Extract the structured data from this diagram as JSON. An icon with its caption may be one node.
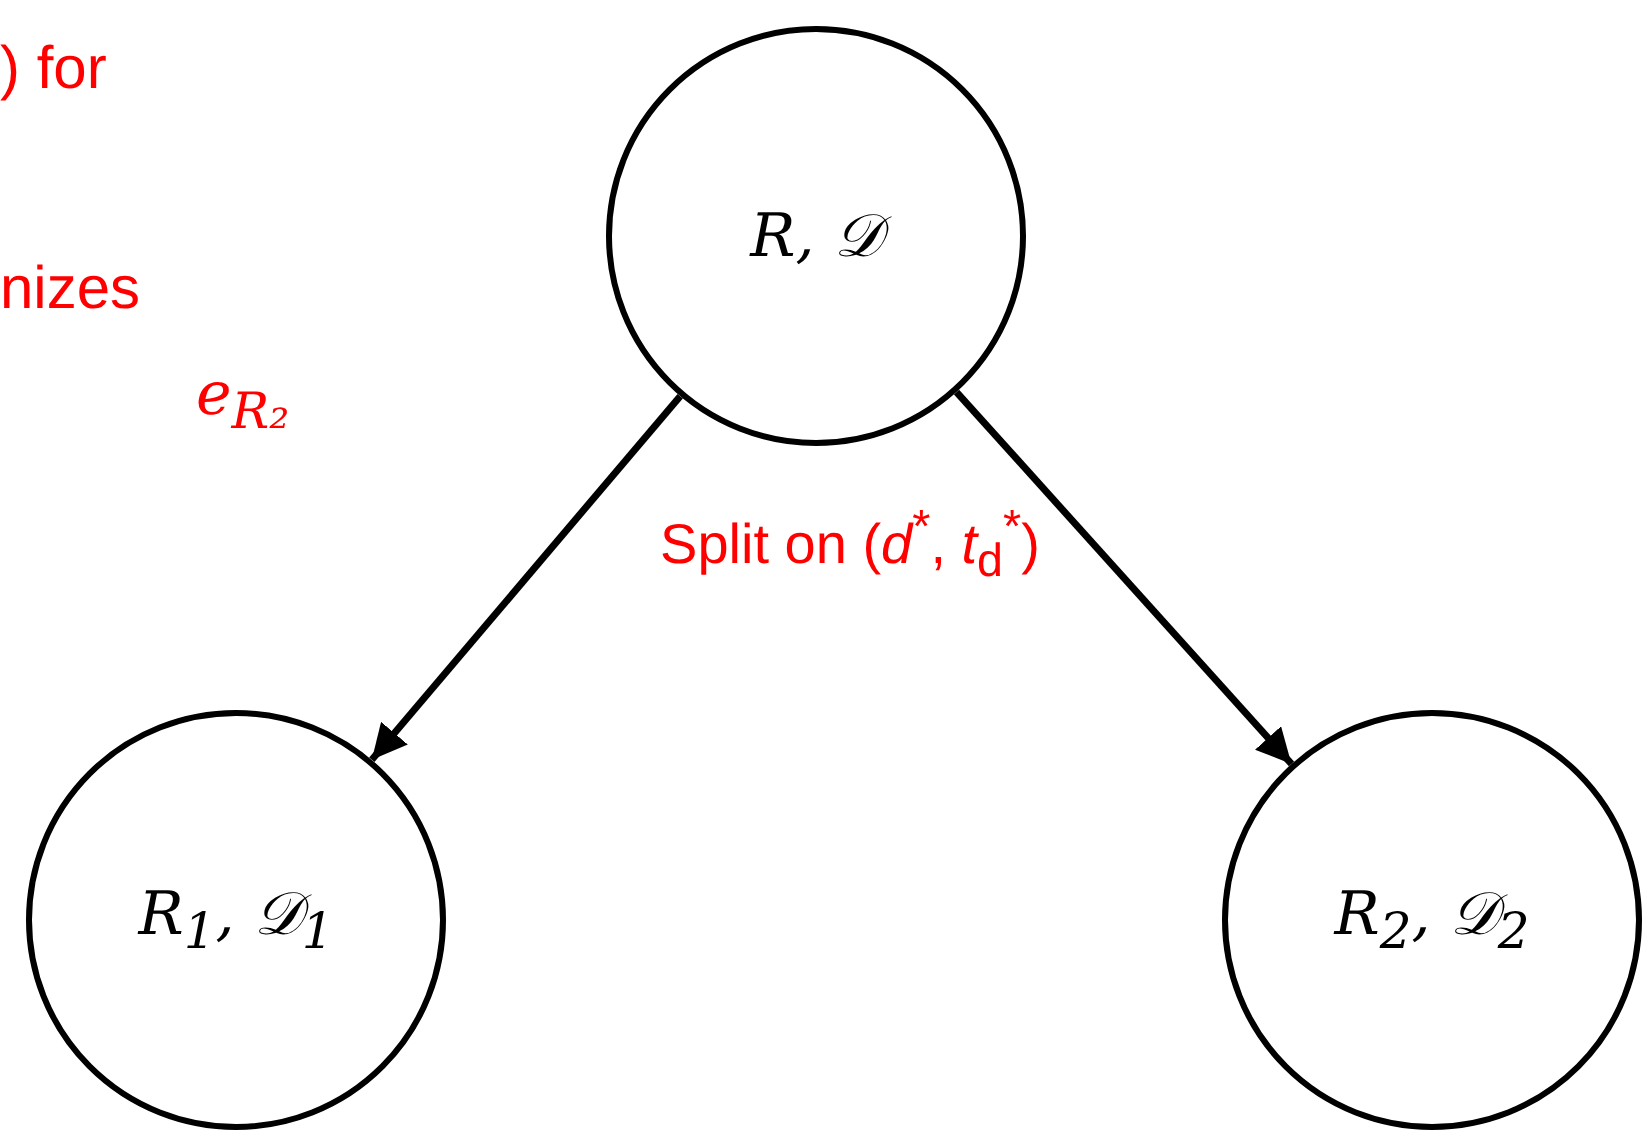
{
  "diagram": {
    "nodes": [
      {
        "text": [
          "R, 𝒟"
        ]
      },
      {
        "text": [
          "R$_{1}$, 𝒟$_{1}$"
        ]
      },
      {
        "text": [
          "R$_{2}$, 𝒟$_{2}$"
        ]
      }
    ],
    "edges": [
      {
        "from": 0,
        "to": 1,
        "arrow": "to"
      },
      {
        "from": 0,
        "to": 2,
        "arrow": "to",
        "label": "Split on (*d*$^{*}$, *t*$_{d}$$^{*}$)"
      }
    ],
    "labels": [
      ") for",
      "nizes",
      "e$_{R₂}$"
    ]
  }
}
